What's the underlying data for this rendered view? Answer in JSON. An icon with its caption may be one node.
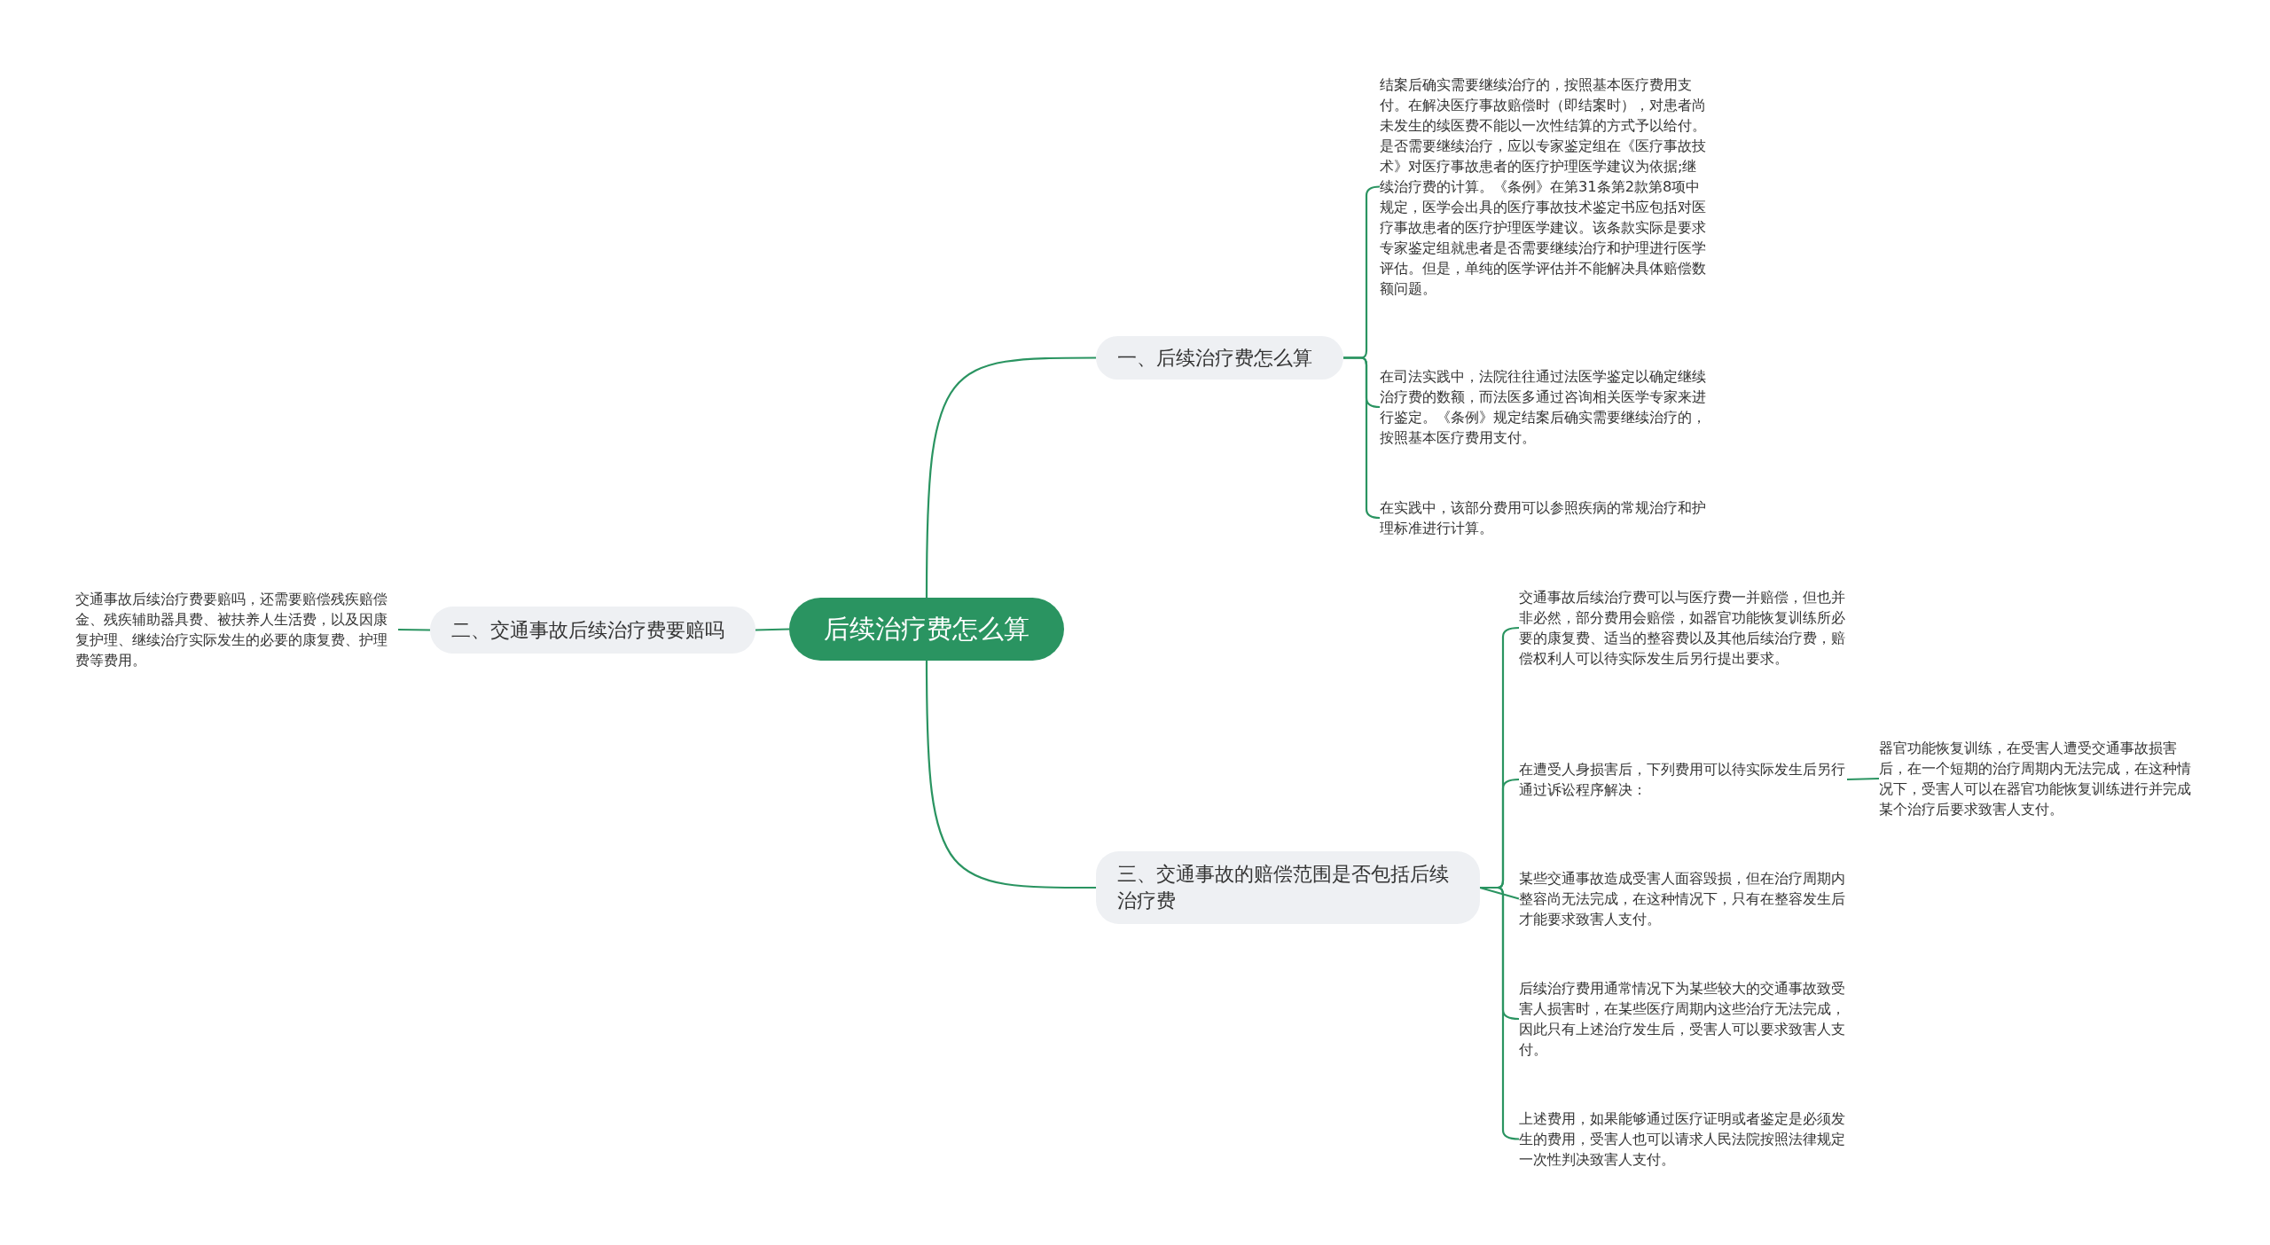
{
  "diagram": {
    "nodes": [
      {
        "text": [
          "后续治疗费怎么算"
        ]
      },
      {
        "text": [
          "一、后续治疗费怎么算"
        ]
      },
      {
        "text": [
          "结案后确实需要继续治疗的，按照基本医疗费用支付。在解决医疗事故赔偿时（即结案时），对患者尚未发生的续医费不能以一次性结算的方式予以给付。是否需要继续治疗，应以专家鉴定组在《医疗事故技术》对医疗事故患者的医疗护理医学建议为依据;继续治疗费的计算。《条例》在第31条第2款第8项中规定，医学会出具的医疗事故技术鉴定书应包括对医疗事故患者的医疗护理医学建议。该条款实际是要求专家鉴定组就患者是否需要继续治疗和护理进行医学评估。但是，单纯的医学评估并不能解决具体赔偿数额问题。"
        ]
      },
      {
        "text": [
          "在司法实践中，法院往往通过法医学鉴定以确定继续治疗费的数额，而法医多通过咨询相关医学专家来进行鉴定。《条例》规定结案后确实需要继续治疗的，按照基本医疗费用支付。"
        ]
      },
      {
        "text": [
          "在实践中，该部分费用可以参照疾病的常规治疗和护理标准进行计算。"
        ]
      },
      {
        "text": [
          "二、交通事故后续治疗费要赔吗"
        ]
      },
      {
        "text": [
          "交通事故后续治疗费要赔吗，还需要赔偿残疾赔偿金、残疾辅助器具费、被扶养人生活费，以及因康复护理、继续治疗实际发生的必要的康复费、护理费等费用。"
        ]
      },
      {
        "text": [
          "三、交通事故的赔偿范围是否包括后续治疗费"
        ]
      },
      {
        "text": [
          "交通事故后续治疗费可以与医疗费一并赔偿，但也并非必然，部分费用会赔偿，如器官功能恢复训练所必要的康复费、适当的整容费以及其他后续治疗费，赔偿权利人可以待实际发生后另行提出要求。"
        ]
      },
      {
        "text": [
          "在遭受人身损害后，下列费用可以待实际发生后另行通过诉讼程序解决："
        ]
      },
      {
        "text": [
          "器官功能恢复训练，在受害人遭受交通事故损害后，在一个短期的治疗周期内无法完成，在这种情况下，受害人可以在器官功能恢复训练进行并完成某个治疗后要求致害人支付。"
        ]
      },
      {
        "text": [
          "某些交通事故造成受害人面容毁损，但在治疗周期内整容尚无法完成，在这种情况下，只有在整容发生后才能要求致害人支付。"
        ]
      },
      {
        "text": [
          "后续治疗费用通常情况下为某些较大的交通事故致受害人损害时，在某些医疗周期内这些治疗无法完成，因此只有上述治疗发生后，受害人可以要求致害人支付。"
        ]
      },
      {
        "text": [
          "上述费用，如果能够通过医疗证明或者鉴定是必须发生的费用，受害人也可以请求人民法院按照法律规定一次性判决致害人支付。"
        ]
      }
    ],
    "edges": [
      {
        "from": 0,
        "to": 1,
        "arrow": "none"
      },
      {
        "from": 1,
        "to": 2,
        "arrow": "none"
      },
      {
        "from": 1,
        "to": 3,
        "arrow": "none"
      },
      {
        "from": 1,
        "to": 4,
        "arrow": "none"
      },
      {
        "from": 0,
        "to": 5,
        "arrow": "none"
      },
      {
        "from": 5,
        "to": 6,
        "arrow": "none"
      },
      {
        "from": 0,
        "to": 7,
        "arrow": "none"
      },
      {
        "from": 7,
        "to": 8,
        "arrow": "none"
      },
      {
        "from": 7,
        "to": 9,
        "arrow": "none"
      },
      {
        "from": 9,
        "to": 10,
        "arrow": "none"
      },
      {
        "from": 7,
        "to": 11,
        "arrow": "none"
      },
      {
        "from": 7,
        "to": 12,
        "arrow": "none"
      },
      {
        "from": 7,
        "to": 13,
        "arrow": "none"
      }
    ]
  }
}
